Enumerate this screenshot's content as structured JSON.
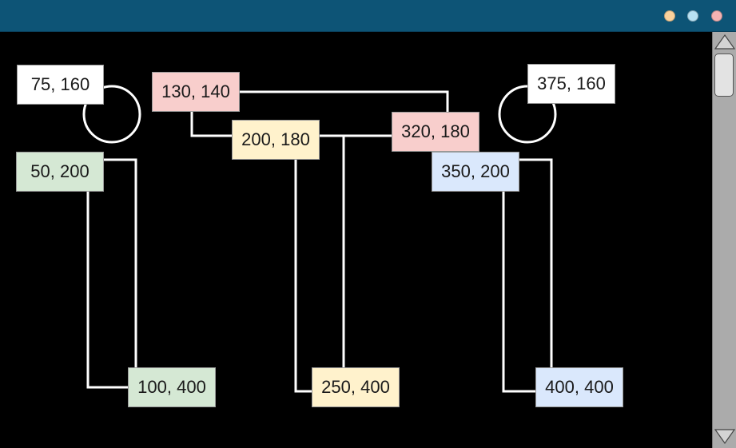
{
  "window": {
    "controls": [
      {
        "name": "minimize",
        "color": "#fbd29c"
      },
      {
        "name": "maximize",
        "color": "#b7e1f3"
      },
      {
        "name": "close",
        "color": "#f5b3b3"
      }
    ]
  },
  "colors": {
    "white": "#ffffff",
    "red": "#f8cecc",
    "yellow": "#fff2cc",
    "green": "#d5e8d4",
    "blue": "#dae8fc",
    "connector": "#ffffff"
  },
  "nodes": [
    {
      "id": "n75-160",
      "label": "75, 160",
      "color": "white"
    },
    {
      "id": "n130-140",
      "label": "130, 140",
      "color": "red"
    },
    {
      "id": "n200-180",
      "label": "200, 180",
      "color": "yellow"
    },
    {
      "id": "n320-180",
      "label": "320, 180",
      "color": "red"
    },
    {
      "id": "n375-160",
      "label": "375, 160",
      "color": "white"
    },
    {
      "id": "n50-200",
      "label": "50, 200",
      "color": "green"
    },
    {
      "id": "n350-200",
      "label": "350, 200",
      "color": "blue"
    },
    {
      "id": "n100-400",
      "label": "100, 400",
      "color": "green"
    },
    {
      "id": "n250-400",
      "label": "250, 400",
      "color": "yellow"
    },
    {
      "id": "n400-400",
      "label": "400, 400",
      "color": "blue"
    }
  ],
  "connections": [
    {
      "from": "n75-160",
      "to": "n75-160",
      "kind": "self-loop"
    },
    {
      "from": "n375-160",
      "to": "n375-160",
      "kind": "self-loop"
    },
    {
      "from": "n130-140",
      "to": "n320-180"
    },
    {
      "from": "n130-140",
      "to": "n200-180"
    },
    {
      "from": "n200-180",
      "to": "n320-180"
    },
    {
      "from": "n200-180",
      "to": "n250-400"
    },
    {
      "from": "n320-180",
      "to": "n250-400"
    },
    {
      "from": "n50-200",
      "to": "n100-400"
    },
    {
      "from": "n50-200",
      "to": "n100-400"
    },
    {
      "from": "n350-200",
      "to": "n400-400"
    },
    {
      "from": "n350-200",
      "to": "n400-400"
    }
  ],
  "scrollbar": {
    "up_icon": "triangle-up-icon",
    "down_icon": "triangle-down-icon"
  }
}
